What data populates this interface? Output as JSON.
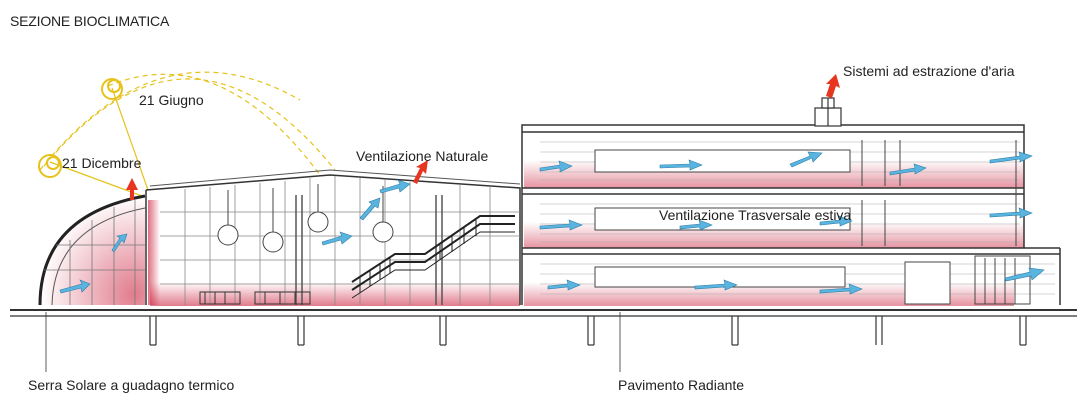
{
  "title": "SEZIONE BIOCLIMATICA",
  "labels": {
    "sun_summer": "21 Giugno",
    "sun_winter": "21 Dicembre",
    "natural_ventilation": "Ventilazione Naturale",
    "air_extraction": "Sistemi ad estrazione d'aria",
    "cross_ventilation": "Ventilazione Trasversale estiva",
    "solar_greenhouse": "Serra Solare a guadagno termico",
    "radiant_floor": "Pavimento Radiante"
  },
  "colors": {
    "line": "#333333",
    "sun_path": "#e6c21a",
    "warm_floor": "#c8102e",
    "air_arrow": "#5ab4e0",
    "exhaust_arrow": "#e8351f"
  }
}
